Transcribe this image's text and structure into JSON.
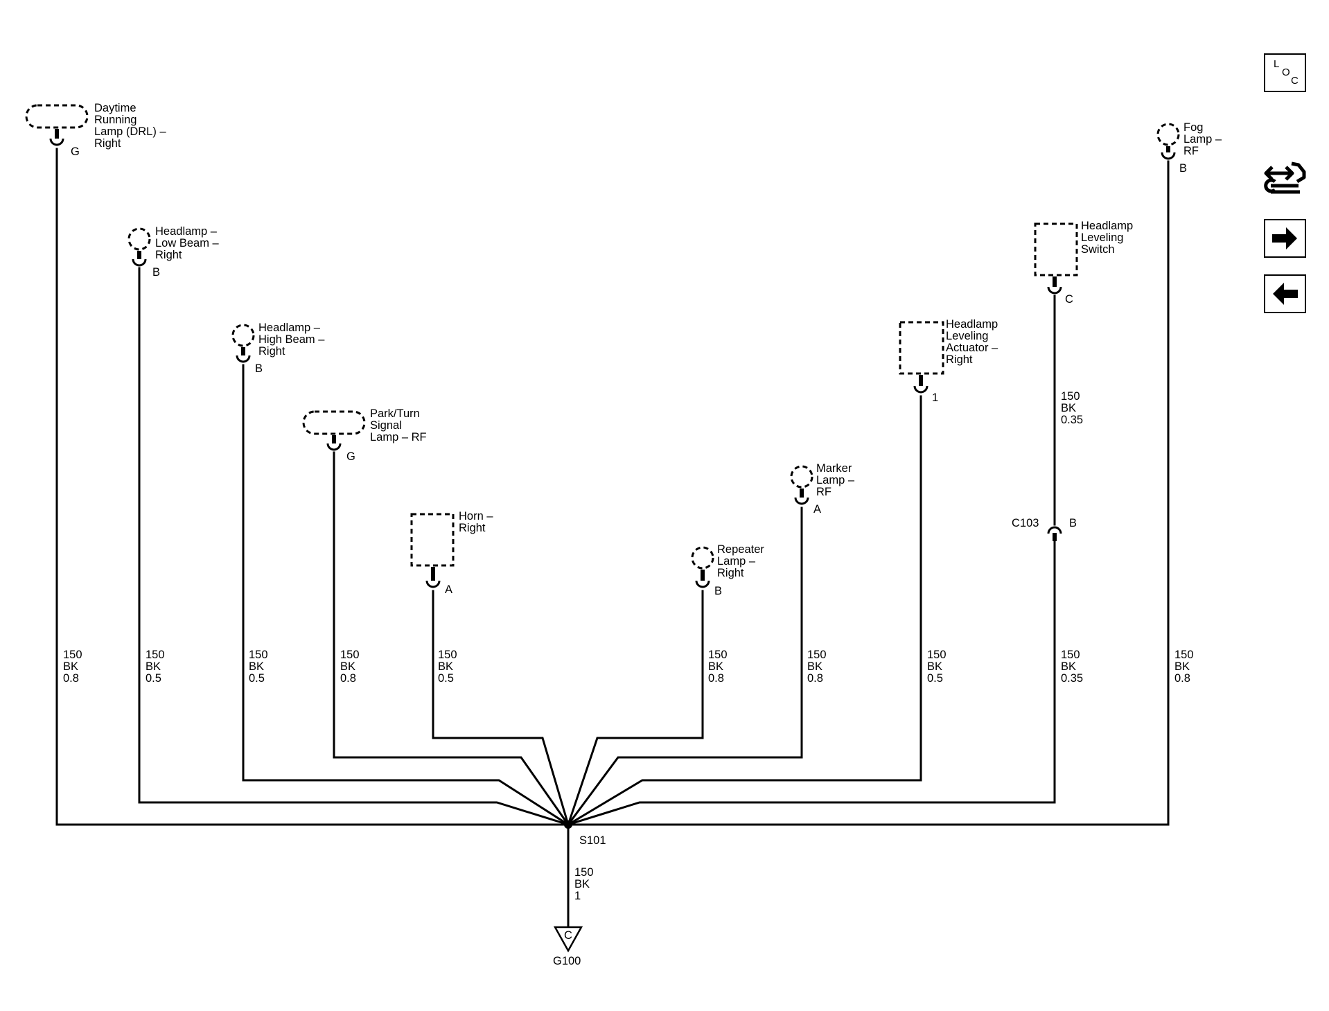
{
  "components": [
    {
      "id": "drl",
      "label": [
        "Daytime",
        "Running",
        "Lamp (DRL) –",
        "Right"
      ],
      "pin": "G",
      "wire": [
        "150",
        "BK",
        "0.8"
      ]
    },
    {
      "id": "lowbeam",
      "label": [
        "Headlamp –",
        "Low Beam –",
        "Right"
      ],
      "pin": "B",
      "wire": [
        "150",
        "BK",
        "0.5"
      ]
    },
    {
      "id": "highbeam",
      "label": [
        "Headlamp –",
        "High Beam –",
        "Right"
      ],
      "pin": "B",
      "wire": [
        "150",
        "BK",
        "0.5"
      ]
    },
    {
      "id": "parkturn",
      "label": [
        "Park/Turn",
        "Signal",
        "Lamp – RF"
      ],
      "pin": "G",
      "wire": [
        "150",
        "BK",
        "0.8"
      ]
    },
    {
      "id": "horn",
      "label": [
        "Horn –",
        "Right"
      ],
      "pin": "A",
      "wire": [
        "150",
        "BK",
        "0.5"
      ]
    },
    {
      "id": "repeater",
      "label": [
        "Repeater",
        "Lamp –",
        "Right"
      ],
      "pin": "B",
      "wire": [
        "150",
        "BK",
        "0.8"
      ]
    },
    {
      "id": "marker",
      "label": [
        "Marker",
        "Lamp –",
        "RF"
      ],
      "pin": "A",
      "wire": [
        "150",
        "BK",
        "0.8"
      ]
    },
    {
      "id": "actuator",
      "label": [
        "Headlamp",
        "Leveling",
        "Actuator –",
        "Right"
      ],
      "pin": "1",
      "wire": [
        "150",
        "BK",
        "0.5"
      ]
    },
    {
      "id": "levelswitch",
      "label": [
        "Headlamp",
        "Leveling",
        "Switch"
      ],
      "pin": "C",
      "wire_upper": [
        "150",
        "BK",
        "0.35"
      ],
      "wire": [
        "150",
        "BK",
        "0.35"
      ]
    },
    {
      "id": "fog",
      "label": [
        "Fog",
        "Lamp –",
        "RF"
      ],
      "pin": "B",
      "wire": [
        "150",
        "BK",
        "0.8"
      ]
    }
  ],
  "connector": {
    "name": "C103",
    "pin": "B"
  },
  "splice": {
    "name": "S101"
  },
  "ground": {
    "name": "G100",
    "pin": "C",
    "wire": [
      "150",
      "BK",
      "1"
    ]
  },
  "nav": {
    "loc_letters": [
      "L",
      "O",
      "C"
    ],
    "cross_reference_icon": "connector-cross-reference-icon",
    "next_icon": "arrow-right-icon",
    "prev_icon": "arrow-left-icon"
  }
}
